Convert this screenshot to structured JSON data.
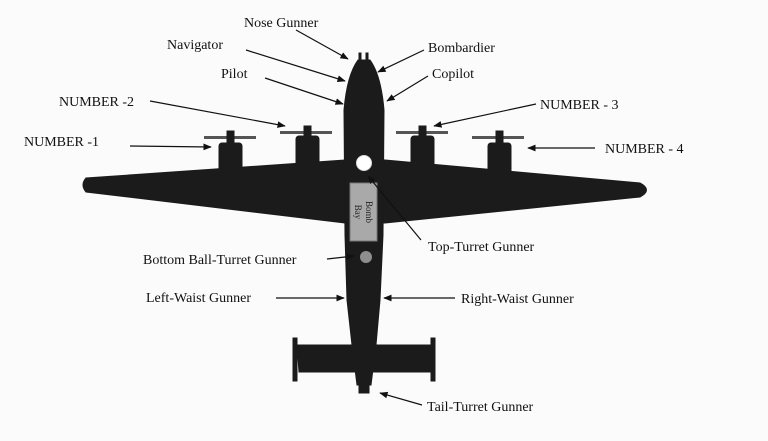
{
  "diagram": {
    "bomb_bay_label": [
      "Bomb",
      "Bay"
    ],
    "labels": {
      "nose_gunner": "Nose Gunner",
      "navigator": "Navigator",
      "bombardier": "Bombardier",
      "pilot": "Pilot",
      "copilot": "Copilot",
      "engine_2": "NUMBER -2",
      "engine_3": "NUMBER - 3",
      "engine_1": "NUMBER -1",
      "engine_4": "NUMBER - 4",
      "top_turret": "Top-Turret Gunner",
      "ball_turret": "Bottom Ball-Turret Gunner",
      "left_waist": "Left-Waist Gunner",
      "right_waist": "Right-Waist Gunner",
      "tail_turret": "Tail-Turret Gunner"
    },
    "colors": {
      "aircraft": "#1b1b1b",
      "bomb_bay": "#a9a9a9",
      "turret_top": "#ffffff",
      "turret_ball": "#8e8e8e",
      "background": "#fbfbfb"
    }
  }
}
